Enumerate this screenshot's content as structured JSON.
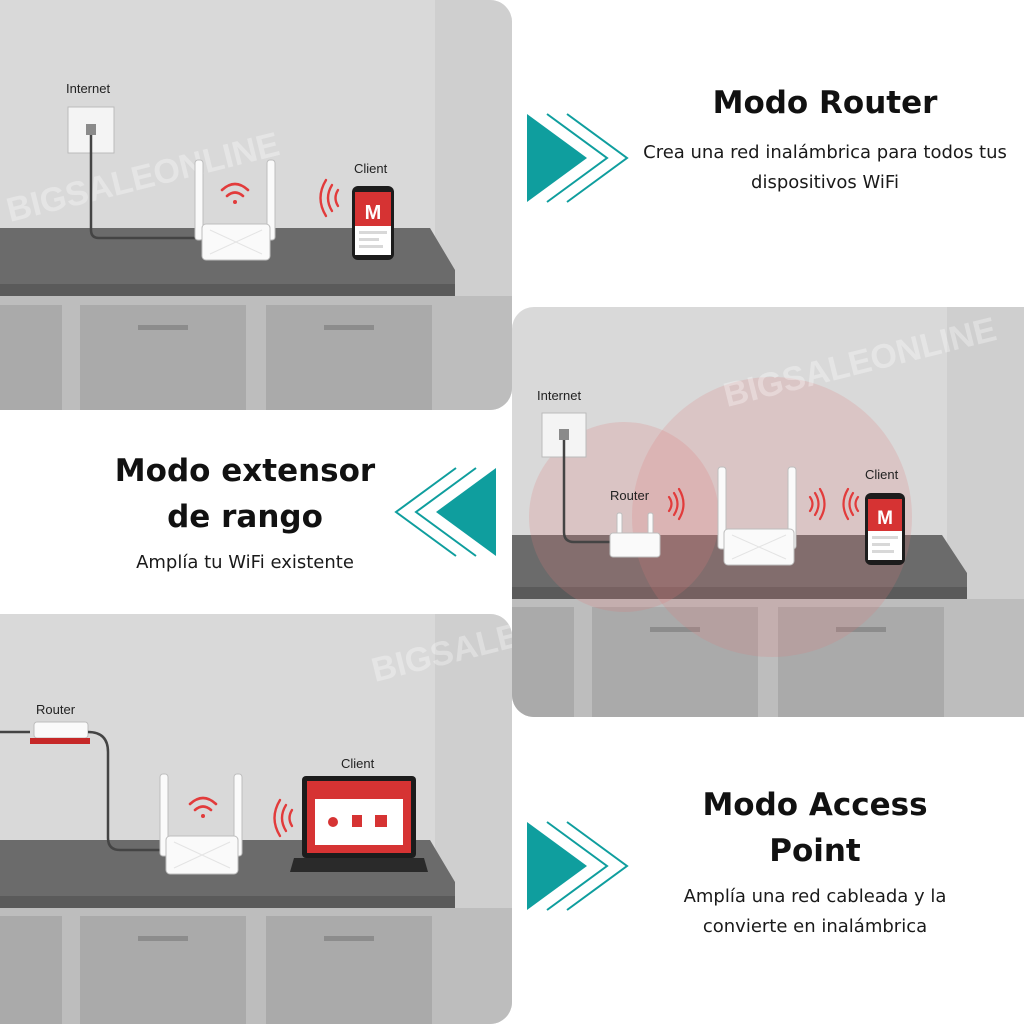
{
  "watermark": "BIGSALEONLINE",
  "colors": {
    "teal": "#0f9e9e",
    "wifi_red": "#e23b3b",
    "counter": "#6b6b6b",
    "wall": "#d9d9d9",
    "cabinet": "#a9a9a9"
  },
  "router_mode": {
    "title": "Modo Router",
    "description": "Crea una red inalámbrica para todos tus dispositivos WiFi",
    "labels": {
      "internet": "Internet",
      "client": "Client"
    },
    "app_letter": "M"
  },
  "extender_mode": {
    "title": "Modo extensor de rango",
    "description": "Amplía tu WiFi existente",
    "labels": {
      "internet": "Internet",
      "router": "Router",
      "client": "Client"
    },
    "app_letter": "M"
  },
  "ap_mode": {
    "title": "Modo Access Point",
    "description": "Amplía una red cableada y la convierte en inalámbrica",
    "labels": {
      "router": "Router",
      "client": "Client"
    }
  },
  "icons": [
    "double-chevron-right-icon",
    "double-chevron-left-icon",
    "wifi-icon",
    "signal-waves-icon",
    "phone-icon",
    "laptop-icon",
    "wall-socket-icon",
    "router-device-icon"
  ]
}
